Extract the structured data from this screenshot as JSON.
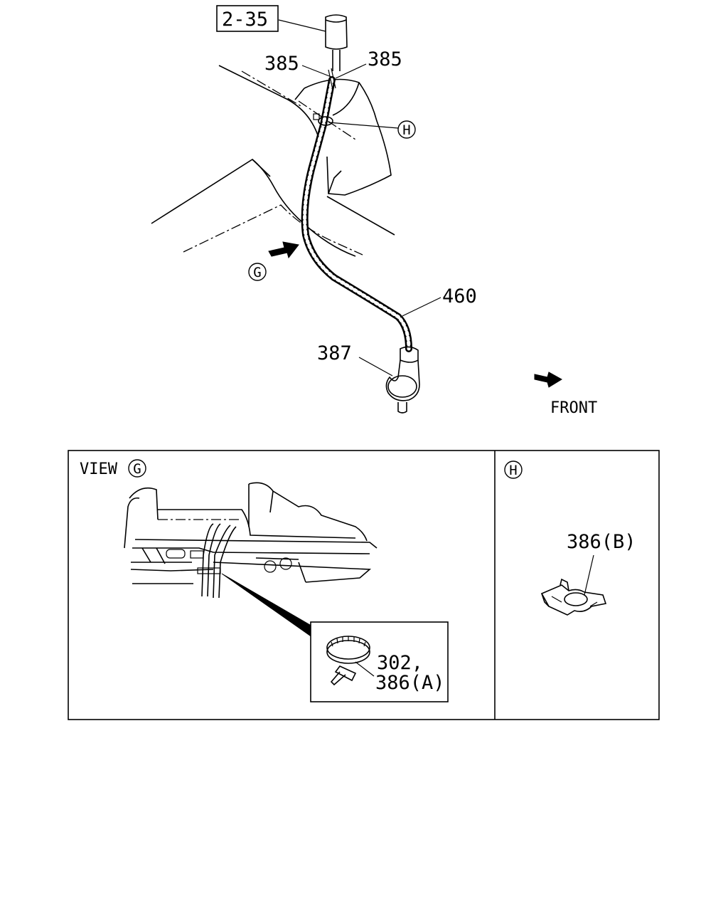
{
  "main": {
    "ref_box": "2-35",
    "part_385_left": "385",
    "part_385_right": "385",
    "part_460": "460",
    "part_387": "387",
    "detail_H": "H",
    "detail_G": "G",
    "front_label": "FRONT"
  },
  "view_g_panel": {
    "view_label": "VIEW",
    "view_circle": "G",
    "part_302": "302,",
    "part_386a": "386(A)"
  },
  "detail_h_panel": {
    "circle": "H",
    "part_386b": "386(B)"
  }
}
